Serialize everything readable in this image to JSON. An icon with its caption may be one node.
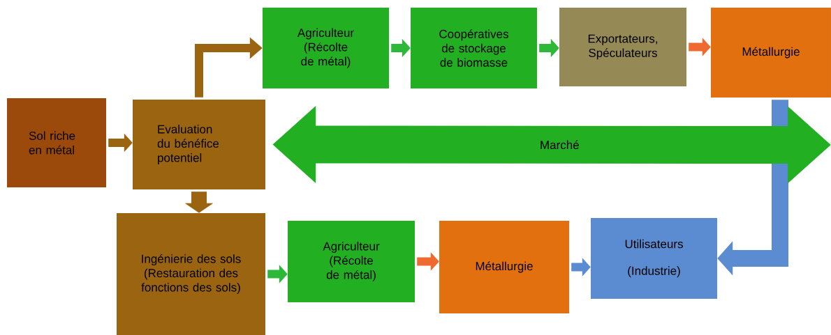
{
  "diagram": {
    "nodes": [
      {
        "text": [
          "Agriculteur (Récolte de métal)"
        ]
      },
      {
        "text": [
          "Coopératives de stockage de biomasse"
        ]
      },
      {
        "text": [
          "Exportateurs, Spéculateurs"
        ]
      },
      {
        "text": [
          "Métallurgie"
        ]
      },
      {
        "text": [
          "Sol riche en métal"
        ]
      },
      {
        "text": [
          "Evaluation du bénéfice potentiel"
        ]
      },
      {
        "text": [
          "Ingénierie des sols (Restauration des fonctions des sols)"
        ]
      },
      {
        "text": [
          "Agriculteur (Récolte de métal)"
        ]
      },
      {
        "text": [
          "Métallurgie"
        ]
      },
      {
        "text": [
          "Utilisateurs",
          "(Industrie)"
        ]
      }
    ],
    "edges": [
      {
        "from": 4,
        "to": 5,
        "arrow": "to",
        "color": "#9b6410"
      },
      {
        "from": 5,
        "to": 0,
        "arrow": "to",
        "color": "#9b6410"
      },
      {
        "from": 5,
        "to": 6,
        "arrow": "to",
        "color": "#9b6410",
        "style": "thick"
      },
      {
        "from": 0,
        "to": 1,
        "arrow": "to",
        "color": "#2eb83a"
      },
      {
        "from": 1,
        "to": 2,
        "arrow": "to",
        "color": "#2eb83a"
      },
      {
        "from": 2,
        "to": 3,
        "arrow": "to",
        "color": "#ef6a30"
      },
      {
        "from": 6,
        "to": 7,
        "arrow": "to",
        "color": "#2eb83a"
      },
      {
        "from": 7,
        "to": 8,
        "arrow": "to",
        "color": "#ef6a30"
      },
      {
        "from": 8,
        "to": 9,
        "arrow": "to",
        "color": "#5b8bd0"
      },
      {
        "from": 3,
        "to": 9,
        "arrow": "to",
        "color": "#5b8bd0",
        "style": "thick"
      },
      {
        "from": 5,
        "to": null,
        "arrow": "both",
        "label": "Marché",
        "color": "#22b022",
        "style": "thick"
      }
    ]
  }
}
